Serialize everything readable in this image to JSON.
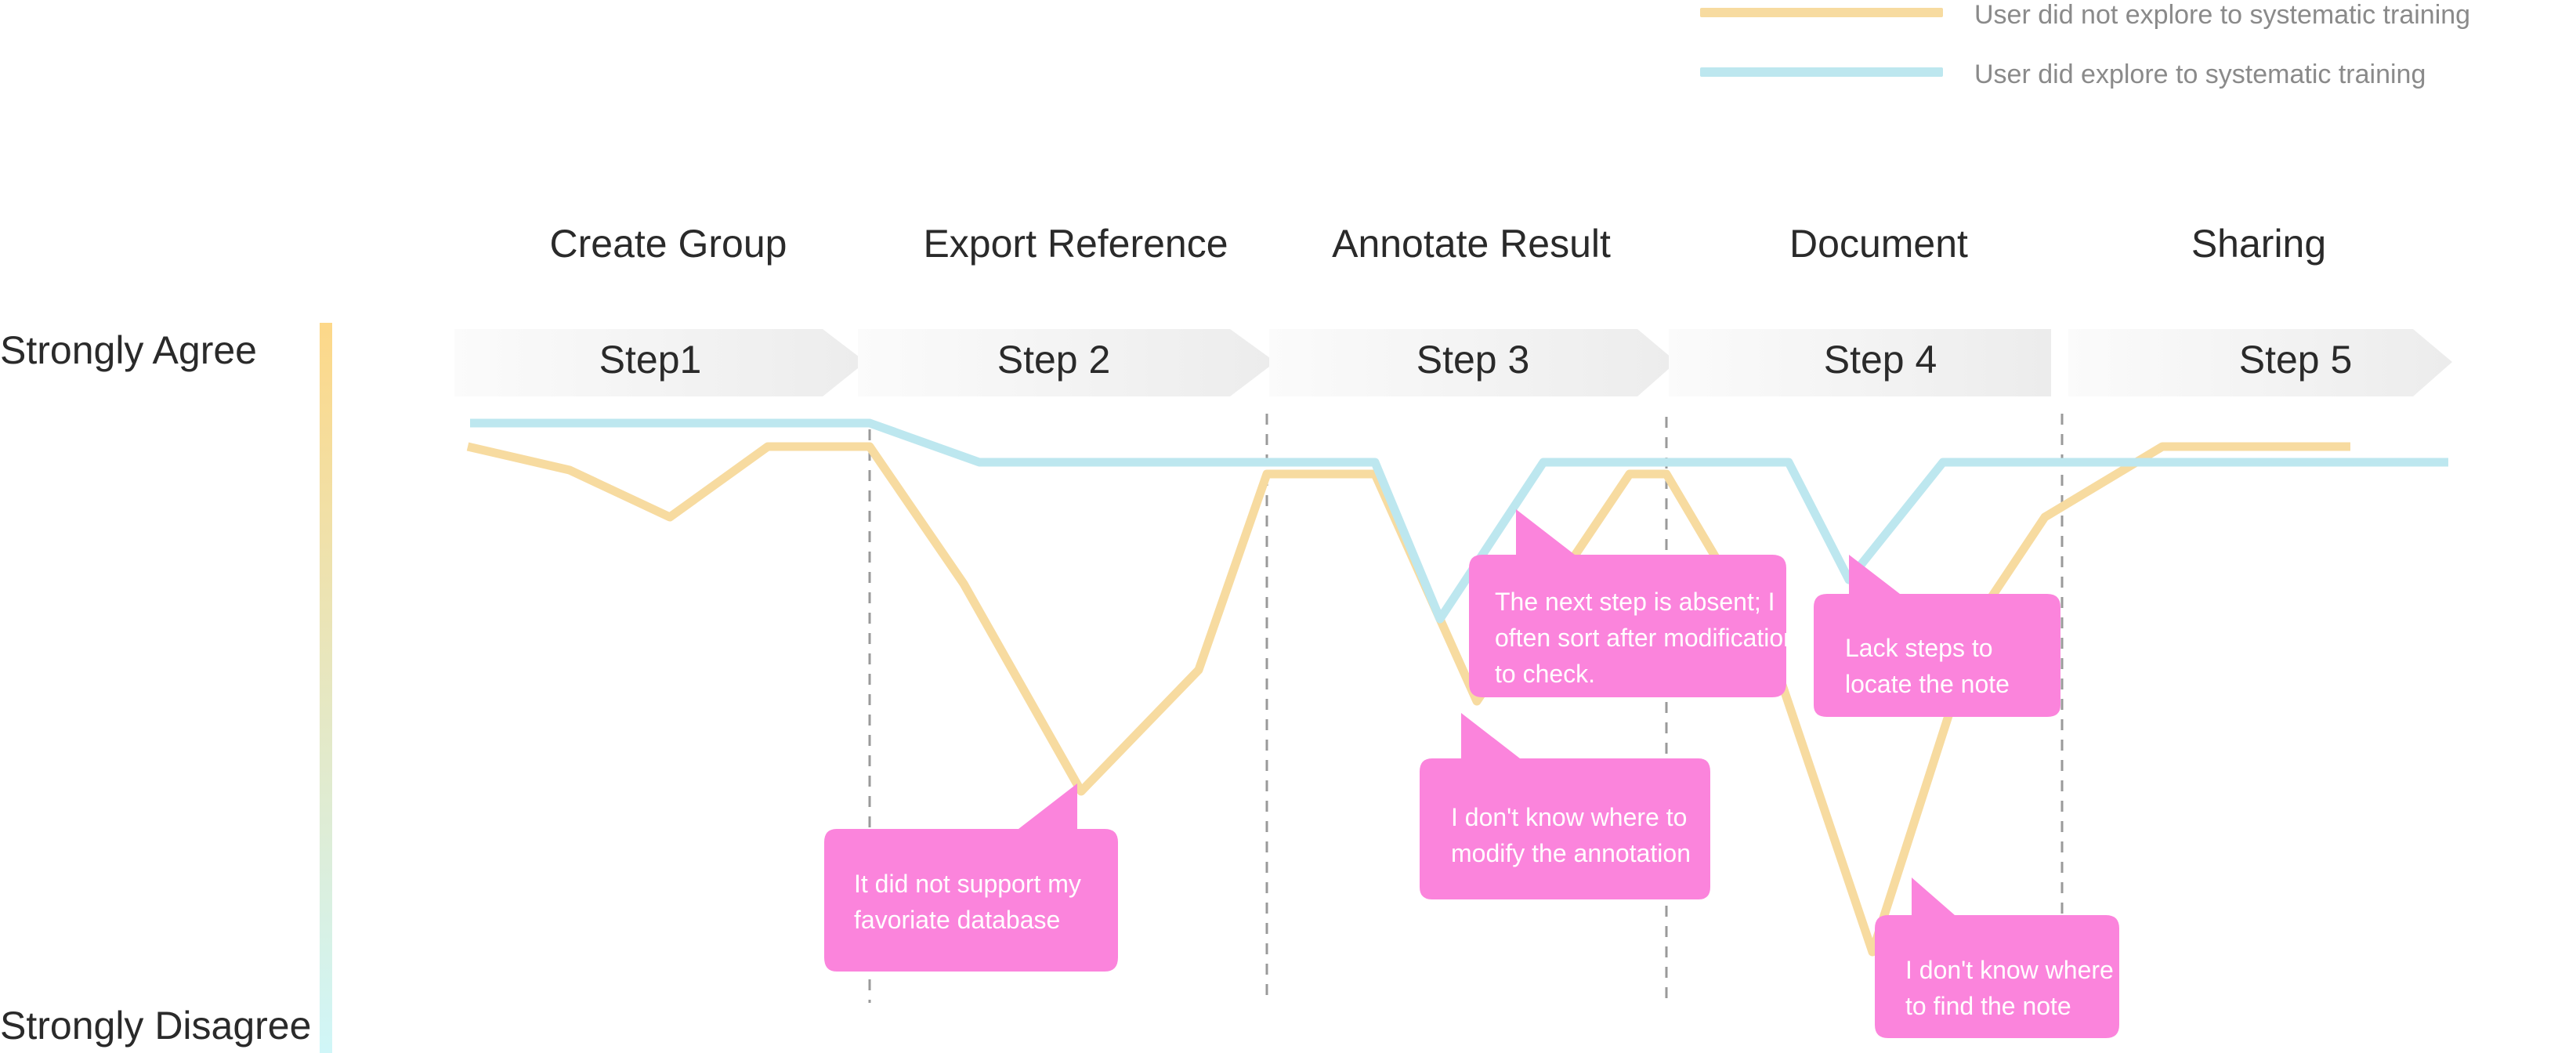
{
  "legend": [
    {
      "label": "User did not explore to systematic training",
      "color": "#f7dba0"
    },
    {
      "label": "User did  explore to systematic training",
      "color": "#bde7ef"
    }
  ],
  "y_axis": {
    "top_label": "Strongly Agree",
    "bottom_label": "Strongly Disagree",
    "gradient_top": "#fdd889",
    "gradient_bottom": "#d0f6f8"
  },
  "stages": [
    {
      "title": "Create Group",
      "step": "Step1"
    },
    {
      "title": "Export Reference",
      "step": "Step 2"
    },
    {
      "title": "Annotate Result",
      "step": "Step 3"
    },
    {
      "title": "Document",
      "step": "Step 4"
    },
    {
      "title": "Sharing",
      "step": "Step 5"
    }
  ],
  "callouts": [
    {
      "lines": [
        "It did not support my",
        "favoriate database"
      ]
    },
    {
      "lines": [
        "The next step is absent; I",
        "often sort after modification",
        "to check."
      ]
    },
    {
      "lines": [
        "I don't know where to",
        "modify the annotation"
      ]
    },
    {
      "lines": [
        "Lack steps to",
        "locate the note"
      ]
    },
    {
      "lines": [
        "I don't know where",
        "to find the note"
      ]
    }
  ],
  "colors": {
    "callout": "#fb84dc",
    "divider": "#9a9a9a",
    "arrow_light": "#fbfbfb",
    "arrow_dark": "#ececec"
  }
}
